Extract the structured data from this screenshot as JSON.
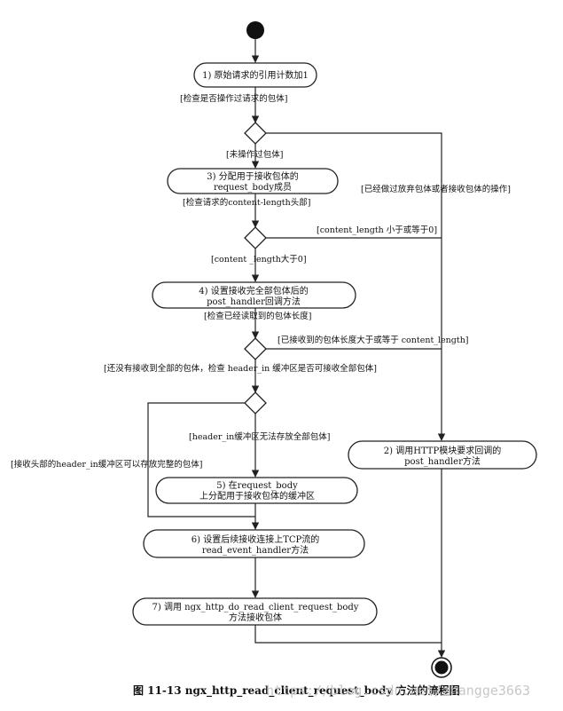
{
  "nodes": {
    "n1": "1) 原始请求的引用计数加1",
    "n3_line1": "3) 分配用于接收包体的",
    "n3_line2": "request_body成员",
    "n4_line1": "4) 设置接收完全部包体后的",
    "n4_line2": "post_handler回调方法",
    "n5_line1": "5) 在request_body",
    "n5_line2": "上分配用于接收包体的缓冲区",
    "n6_line1": "6) 设置后续接收连接上TCP流的",
    "n6_line2": "read_event_handler方法",
    "n7_line1": "7) 调用 ngx_http_do_read_client_request_body",
    "n7_line2": "方法接收包体",
    "n2_line1": "2) 调用HTTP模块要求回调的",
    "n2_line2": "post_handler方法"
  },
  "guards": {
    "check_body": "[检查是否操作过请求的包体]",
    "not_operated": "[未操作过包体]",
    "already_operated": "[已经做过放弃包体或者接收包体的操作]",
    "check_content_length": "[检查请求的content-length头部]",
    "cl_le_zero": "[content_length 小于或等于0]",
    "cl_gt_zero": "[content _length大于0]",
    "check_read_len": "[检查已经读取到的包体长度]",
    "received_ge_cl": "[已接收到的包体长度大于或等于 content_length]",
    "not_all_received": "[还没有接收到全部的包体，检查 header_in 缓冲区是否可接收全部包体]",
    "header_in_insufficient": "[header_in缓冲区无法存放全部包体]",
    "header_in_sufficient": "[接收头部的header_in缓冲区可以存放完整的包体]"
  },
  "caption": "图 11-13   ngx_http_read_client_request_body 方法的流程图",
  "watermark": "https://blog.csdn.net/zhangge3663"
}
